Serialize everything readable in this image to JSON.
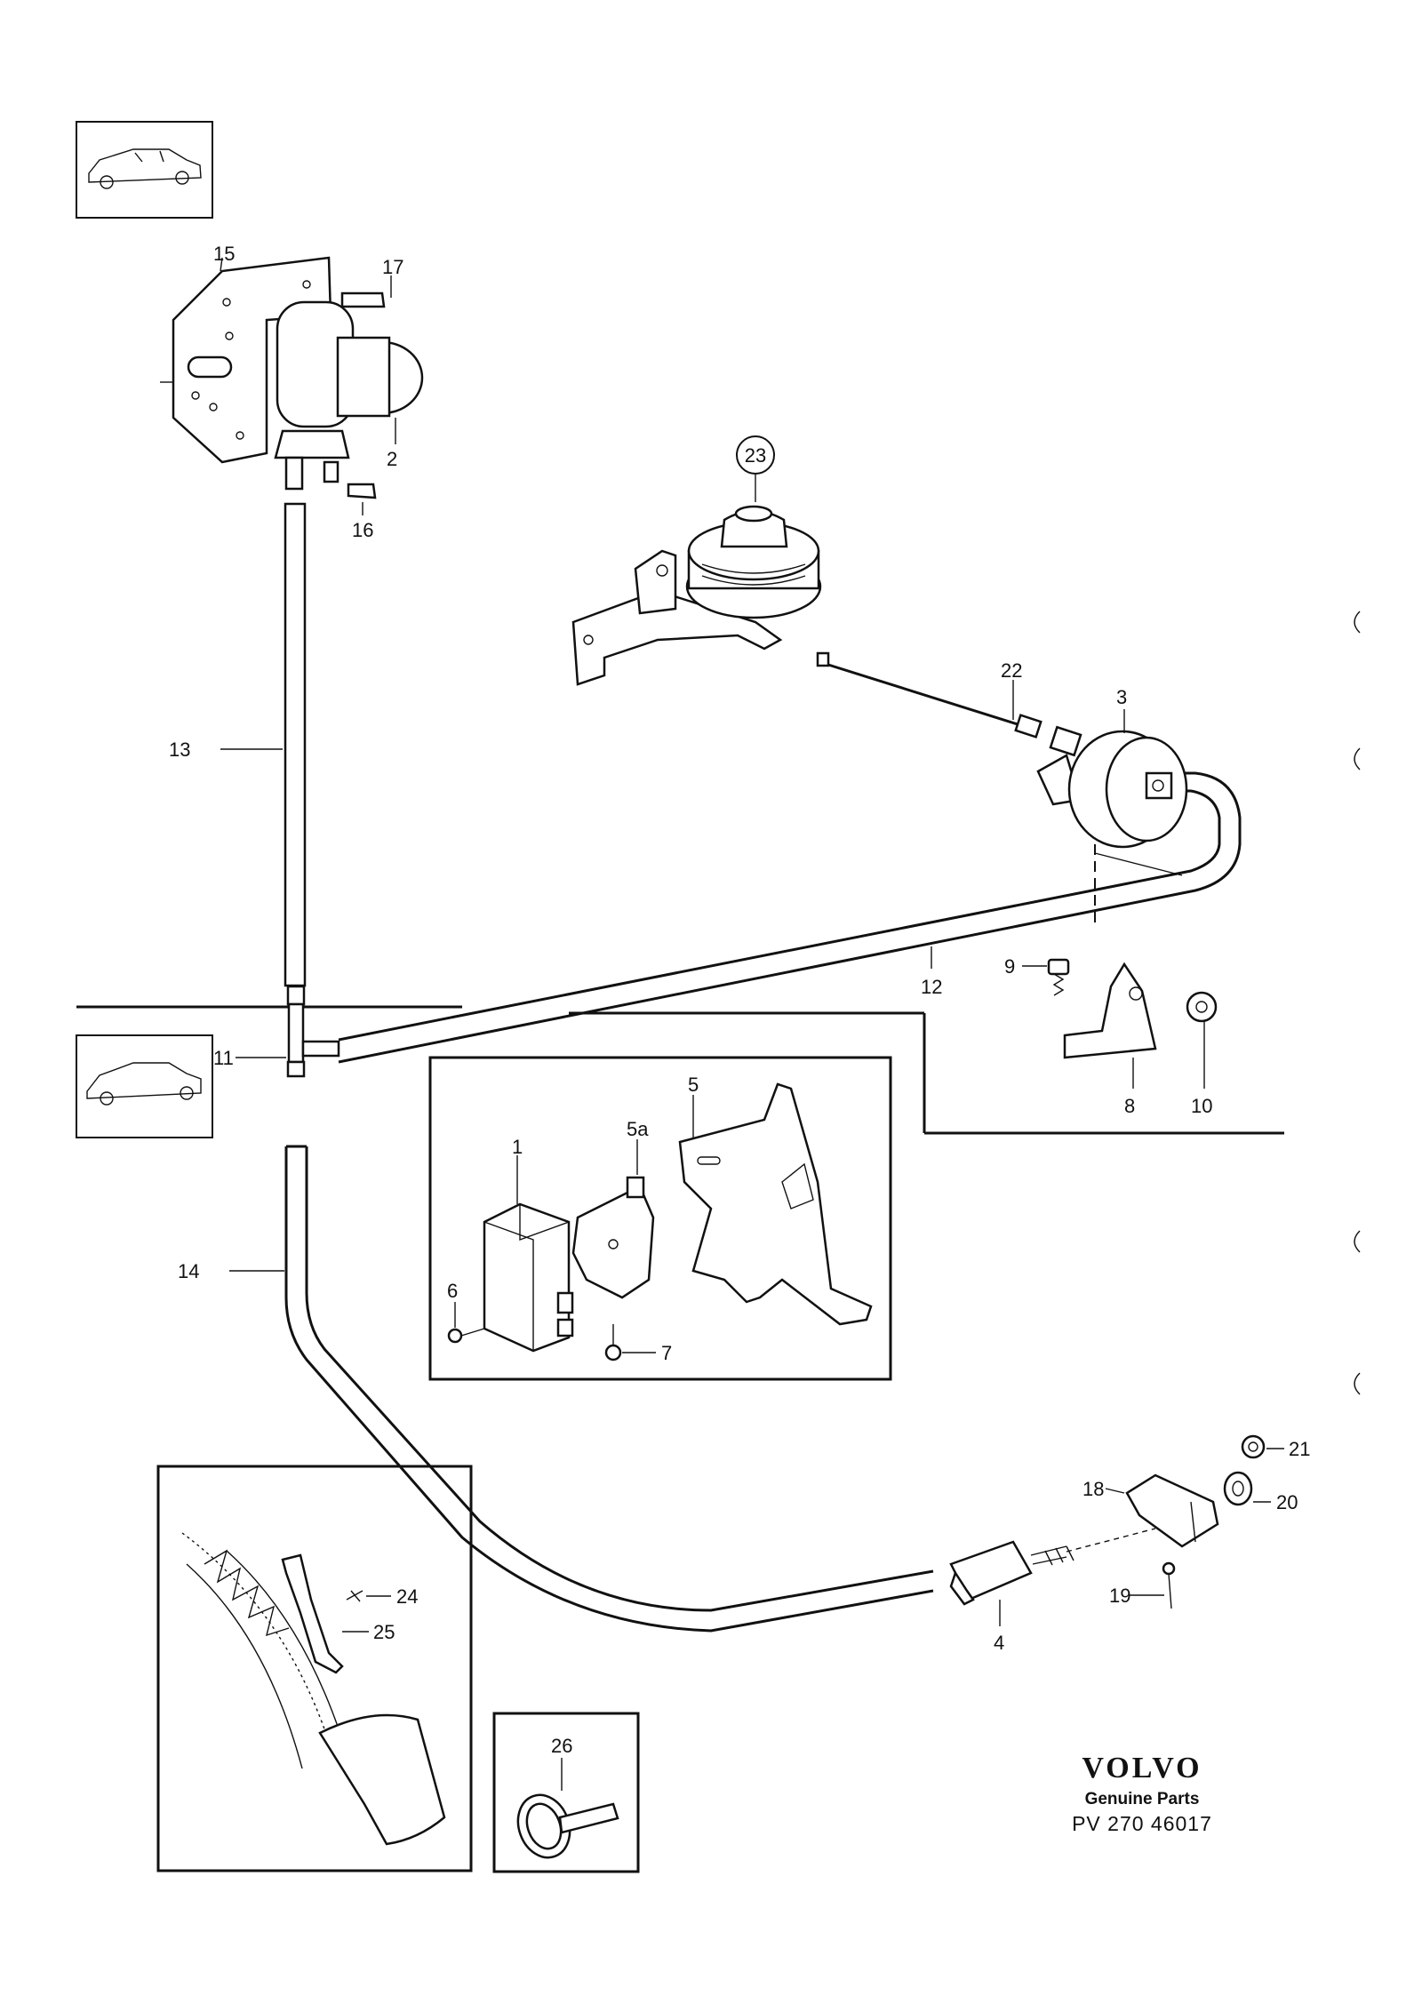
{
  "callouts": {
    "c1": "1",
    "c2": "2",
    "c3": "3",
    "c4": "4",
    "c5": "5",
    "c5a": "5a",
    "c6": "6",
    "c7": "7",
    "c8": "8",
    "c9": "9",
    "c10": "10",
    "c11": "11",
    "c12": "12",
    "c13": "13",
    "c14": "14",
    "c15": "15",
    "c16": "16",
    "c17": "17",
    "c18": "18",
    "c19": "19",
    "c20": "20",
    "c21": "21",
    "c22": "22",
    "c23": "23",
    "c24": "24",
    "c25": "25",
    "c26": "26"
  },
  "brand": {
    "name": "VOLVO",
    "tagline": "Genuine Parts",
    "code": "PV 270 46017"
  },
  "colors": {
    "ink": "#111111",
    "paper": "#ffffff"
  }
}
